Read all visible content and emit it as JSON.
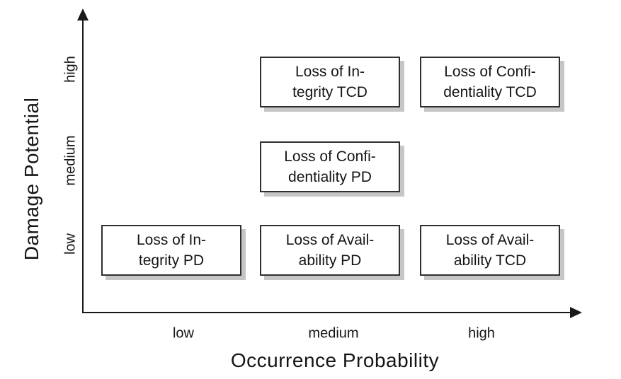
{
  "figure": {
    "colors": {
      "background": "#ffffff",
      "axis": "#1a1a1a",
      "box_border": "#2f2f2f",
      "box_fill": "#ffffff",
      "box_shadow": "#c6c6c6",
      "text": "#151515"
    }
  },
  "y_axis": {
    "label": "Damage Potential",
    "ticks": [
      "high",
      "medium",
      "low"
    ]
  },
  "x_axis": {
    "label": "Occurrence Probability",
    "ticks": [
      "low",
      "medium",
      "high"
    ]
  },
  "boxes": [
    {
      "line1": "Loss of In-",
      "line2": "tegrity TCD",
      "x": "medium",
      "y": "high"
    },
    {
      "line1": "Loss of Confi-",
      "line2": "dentiality TCD",
      "x": "high",
      "y": "high"
    },
    {
      "line1": "Loss of Confi-",
      "line2": "dentiality PD",
      "x": "medium",
      "y": "medium"
    },
    {
      "line1": "Loss of In-",
      "line2": "tegrity PD",
      "x": "low",
      "y": "low"
    },
    {
      "line1": "Loss of Avail-",
      "line2": "ability PD",
      "x": "medium",
      "y": "low"
    },
    {
      "line1": "Loss of Avail-",
      "line2": "ability TCD",
      "x": "high",
      "y": "low"
    }
  ],
  "chart_data": {
    "type": "scatter",
    "title": "",
    "xlabel": "Occurrence Probability",
    "ylabel": "Damage Potential",
    "x_ticks": [
      "low",
      "medium",
      "high"
    ],
    "y_ticks": [
      "low",
      "medium",
      "high"
    ],
    "grid": false,
    "points": [
      {
        "label": "Loss of Integrity TCD",
        "x": "medium",
        "y": "high"
      },
      {
        "label": "Loss of Confidentiality TCD",
        "x": "high",
        "y": "high"
      },
      {
        "label": "Loss of Confidentiality PD",
        "x": "medium",
        "y": "medium"
      },
      {
        "label": "Loss of Integrity PD",
        "x": "low",
        "y": "low"
      },
      {
        "label": "Loss of Availability PD",
        "x": "medium",
        "y": "low"
      },
      {
        "label": "Loss of Availability TCD",
        "x": "high",
        "y": "low"
      }
    ]
  }
}
